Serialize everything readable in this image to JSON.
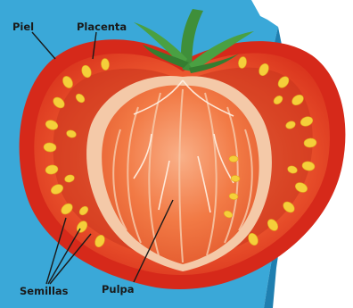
{
  "diagram": {
    "labels": {
      "piel": "Piel",
      "placenta": "Placenta",
      "semillas": "Semillas",
      "pulpa": "Pulpa"
    },
    "colors": {
      "background": "#3aa8d8",
      "paper": "#ffffff",
      "skin": "#e2321c",
      "flesh": "#f06a3a",
      "core": "#f48a55",
      "placenta": "#fbe3c8",
      "seed": "#f5cf3a",
      "stem": "#3f8f3a",
      "leader_line": "#1a1a1a"
    }
  }
}
